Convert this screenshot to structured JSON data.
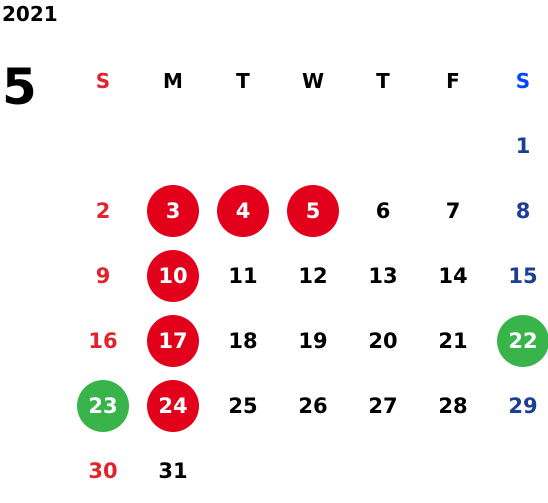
{
  "year": "2021",
  "month": "5",
  "weekdays": [
    "S",
    "M",
    "T",
    "W",
    "T",
    "F",
    "S"
  ],
  "colors": {
    "sunday": "#e0232c",
    "saturday": "#1c3f95",
    "saturday_header": "#0047ff",
    "holiday_circle": "#e2001a",
    "special_circle": "#39b44a"
  },
  "weeks": [
    [
      "",
      "",
      "",
      "",
      "",
      "",
      "1"
    ],
    [
      "2",
      "3",
      "4",
      "5",
      "6",
      "7",
      "8"
    ],
    [
      "9",
      "10",
      "11",
      "12",
      "13",
      "14",
      "15"
    ],
    [
      "16",
      "17",
      "18",
      "19",
      "20",
      "21",
      "22"
    ],
    [
      "23",
      "24",
      "25",
      "26",
      "27",
      "28",
      "29"
    ],
    [
      "30",
      "31",
      "",
      "",
      "",
      "",
      ""
    ]
  ],
  "holiday_days": [
    "3",
    "4",
    "5",
    "10",
    "17",
    "24"
  ],
  "special_days": [
    "22",
    "23"
  ]
}
